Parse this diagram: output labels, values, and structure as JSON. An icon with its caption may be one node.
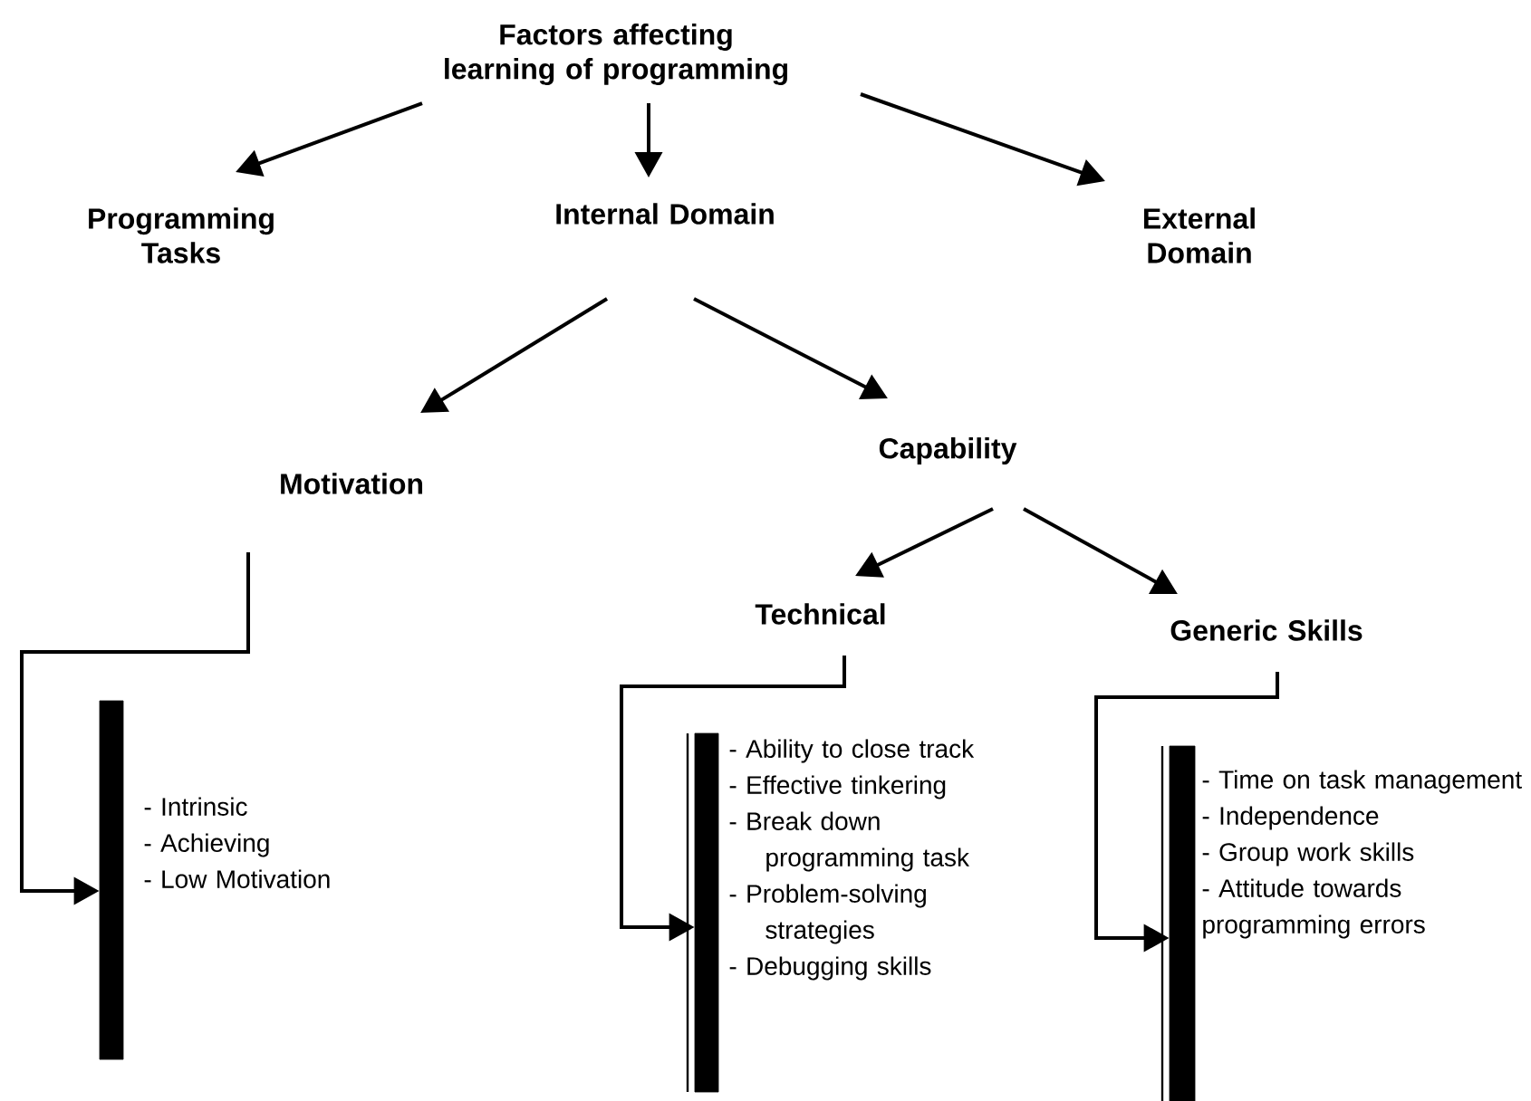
{
  "diagram": {
    "nodes": [
      {
        "text": [
          "Factors affecting learning of programming"
        ]
      },
      {
        "text": [
          "Programming Tasks"
        ]
      },
      {
        "text": [
          "Internal Domain"
        ]
      },
      {
        "text": [
          "External Domain"
        ]
      },
      {
        "text": [
          "Motivation"
        ]
      },
      {
        "text": [
          "Capability"
        ]
      },
      {
        "text": [
          "Technical"
        ]
      },
      {
        "text": [
          "Generic Skills"
        ]
      },
      {
        "text": [],
        "shape": "bar",
        "beside": [
          "- Intrinsic",
          "- Achieving",
          "- Low Motivation"
        ]
      },
      {
        "text": [],
        "shape": "bar",
        "beside": [
          "- Ability to close track",
          "- Effective tinkering",
          "- Break down programming task",
          "- Problem-solving strategies",
          "- Debugging skills"
        ]
      },
      {
        "text": [],
        "shape": "bar",
        "beside": [
          "- Time on task management",
          "- Independence",
          "- Group work skills",
          "- Attitude towards programming errors"
        ]
      }
    ],
    "edges": [
      {
        "from": 0,
        "to": 1,
        "arrow": "to"
      },
      {
        "from": 0,
        "to": 2,
        "arrow": "to"
      },
      {
        "from": 0,
        "to": 3,
        "arrow": "to"
      },
      {
        "from": 2,
        "to": 4,
        "arrow": "to"
      },
      {
        "from": 2,
        "to": 5,
        "arrow": "to"
      },
      {
        "from": 5,
        "to": 6,
        "arrow": "to"
      },
      {
        "from": 5,
        "to": 7,
        "arrow": "to"
      },
      {
        "from": 4,
        "to": 8,
        "arrow": "to"
      },
      {
        "from": 6,
        "to": 9,
        "arrow": "to"
      },
      {
        "from": 7,
        "to": 10,
        "arrow": "to"
      }
    ]
  }
}
